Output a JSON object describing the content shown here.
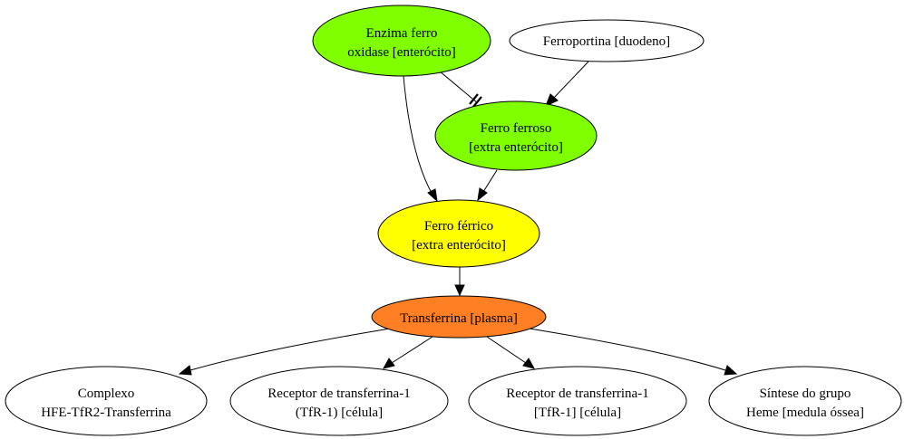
{
  "colors": {
    "green": "#7fff00",
    "yellow": "#ffff00",
    "orange": "#ff7f24",
    "white": "#ffffff",
    "stroke": "#000000"
  },
  "nodes": {
    "enzima": {
      "line1": "Enzima ferro",
      "line2": "oxidase [enterócito]"
    },
    "ferroportina": {
      "line1": "Ferroportina [duodeno]"
    },
    "ferroso": {
      "line1": "Ferro ferroso",
      "line2": "[extra enterócito]"
    },
    "ferrico": {
      "line1": "Ferro férrico",
      "line2": "[extra enterócito]"
    },
    "transferrina": {
      "line1": "Transferrina [plasma]"
    },
    "complexo": {
      "line1": "Complexo",
      "line2": "HFE-TfR2-Transferrina"
    },
    "receptor1": {
      "line1": "Receptor de transferrina-1",
      "line2": "(TfR-1) [célula]"
    },
    "receptor2": {
      "line1": "Receptor de transferrina-1",
      "line2": "[TfR-1] [célula]"
    },
    "sintese": {
      "line1": "Síntese do grupo",
      "line2": "Heme [medula óssea]"
    }
  }
}
